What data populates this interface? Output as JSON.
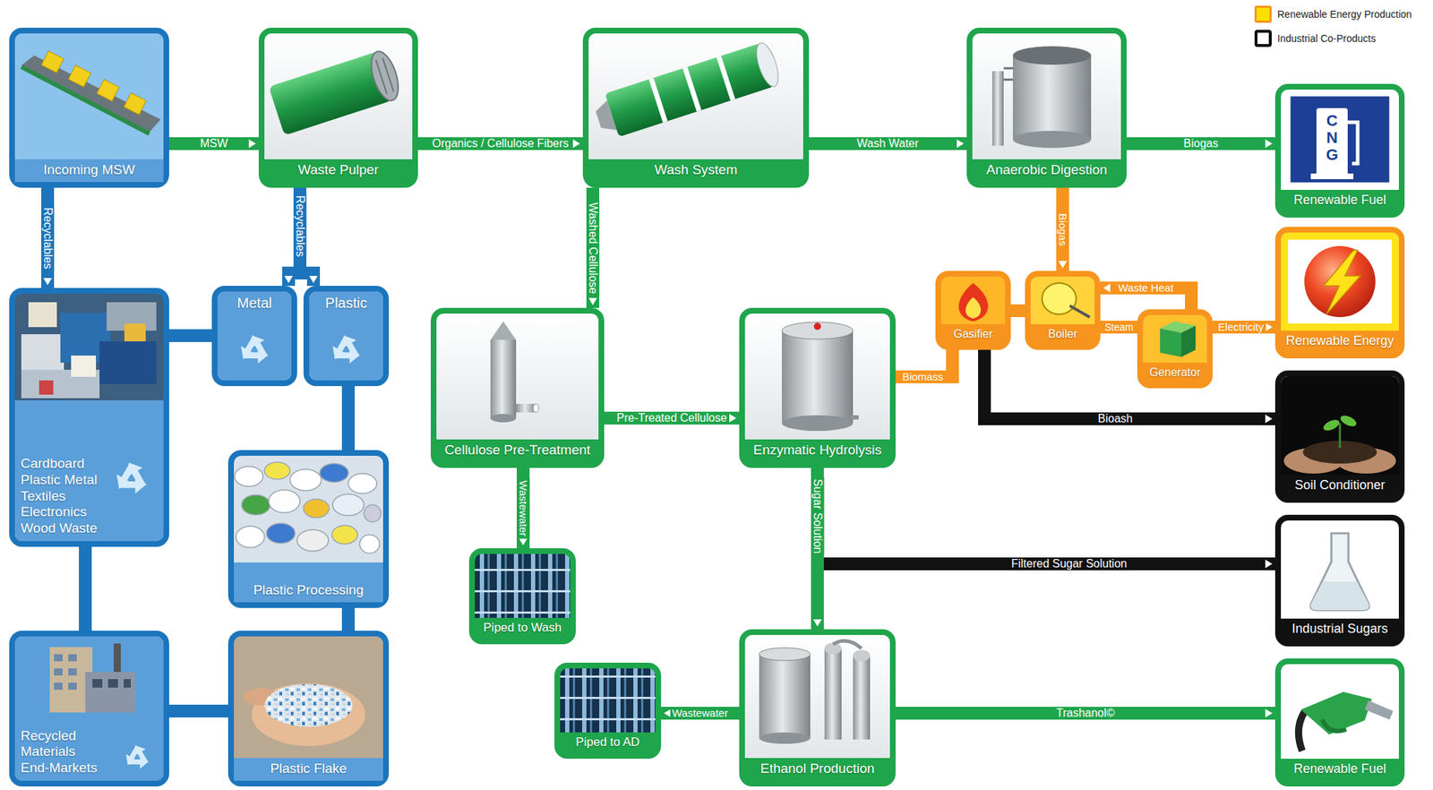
{
  "diagram": {
    "nodes": [
      {
        "text": [
          "Incoming MSW"
        ]
      },
      {
        "text": [
          "Waste Pulper"
        ]
      },
      {
        "text": [
          "Wash System"
        ]
      },
      {
        "text": [
          "Anaerobic Digestion"
        ]
      },
      {
        "text": [
          "Renewable Fuel"
        ]
      },
      {
        "text": [
          "Cardboard Plastic Metal Textiles Electronics Wood Waste"
        ]
      },
      {
        "text": [
          "Metal"
        ]
      },
      {
        "text": [
          "Plastic"
        ]
      },
      {
        "text": [
          "Gasifier"
        ]
      },
      {
        "text": [
          "Boiler"
        ]
      },
      {
        "text": [
          "Generator"
        ]
      },
      {
        "text": [
          "Renewable Energy"
        ]
      },
      {
        "text": [
          "Cellulose Pre-Treatment"
        ]
      },
      {
        "text": [
          "Enzymatic Hydrolysis"
        ]
      },
      {
        "text": [
          "Soil Conditioner"
        ]
      },
      {
        "text": [
          "Plastic Processing"
        ]
      },
      {
        "text": [
          "Piped to Wash"
        ]
      },
      {
        "text": [
          "Industrial Sugars"
        ]
      },
      {
        "text": [
          "Recycled Materials End-Markets"
        ]
      },
      {
        "text": [
          "Plastic Flake"
        ]
      },
      {
        "text": [
          "Piped to AD"
        ]
      },
      {
        "text": [
          "Ethanol Production"
        ]
      },
      {
        "text": [
          "Renewable Fuel"
        ]
      }
    ],
    "edges": [
      {
        "from": 0,
        "to": 1,
        "label": "MSW",
        "arrow": "to"
      },
      {
        "from": 1,
        "to": 2,
        "label": "Organics / Cellulose Fibers",
        "arrow": "to"
      },
      {
        "from": 2,
        "to": 3,
        "label": "Wash Water",
        "arrow": "to"
      },
      {
        "from": 3,
        "to": 4,
        "label": "Biogas",
        "arrow": "to"
      },
      {
        "from": 0,
        "to": 5,
        "label": "Recyclables",
        "arrow": "to"
      },
      {
        "from": 1,
        "to": 6,
        "label": "Recyclables",
        "arrow": "to"
      },
      {
        "from": 1,
        "to": 7,
        "arrow": "to"
      },
      {
        "from": 2,
        "to": 12,
        "label": "Washed Cellulose",
        "arrow": "to"
      },
      {
        "from": 12,
        "to": 13,
        "label": "Pre-Treated Cellulose",
        "arrow": "to"
      },
      {
        "from": 12,
        "to": 16,
        "label": "Wastewater",
        "arrow": "to"
      },
      {
        "from": 13,
        "to": 8,
        "label": "Biomass",
        "arrow": "none"
      },
      {
        "from": 3,
        "to": 9,
        "label": "Biogas",
        "arrow": "to"
      },
      {
        "from": 8,
        "to": 9,
        "arrow": "none"
      },
      {
        "from": 9,
        "to": 10,
        "label": "Steam",
        "arrow": "to"
      },
      {
        "from": 10,
        "to": 9,
        "label": "Waste Heat",
        "arrow": "to"
      },
      {
        "from": 10,
        "to": 11,
        "label": "Electricity",
        "arrow": "to"
      },
      {
        "from": 8,
        "to": 14,
        "label": "Bioash",
        "arrow": "to"
      },
      {
        "from": 13,
        "to": 21,
        "label": "Sugar Solution",
        "arrow": "to"
      },
      {
        "from": 13,
        "to": 17,
        "label": "Filtered Sugar Solution",
        "arrow": "to"
      },
      {
        "from": 21,
        "to": 20,
        "label": "Wastewater",
        "arrow": "to"
      },
      {
        "from": 21,
        "to": 22,
        "label": "Trashanol©",
        "arrow": "to"
      },
      {
        "from": 5,
        "to": 6,
        "arrow": "none"
      },
      {
        "from": 7,
        "to": 15,
        "arrow": "none"
      },
      {
        "from": 15,
        "to": 19,
        "arrow": "none"
      },
      {
        "from": 19,
        "to": 18,
        "arrow": "none"
      },
      {
        "from": 5,
        "to": 18,
        "arrow": "none"
      }
    ],
    "labels": [
      "CNG"
    ],
    "legend": [
      {
        "text": "Renewable Energy Production",
        "color": "#ffe000"
      },
      {
        "text": "Industrial Co-Products",
        "color": "#000000"
      }
    ]
  }
}
